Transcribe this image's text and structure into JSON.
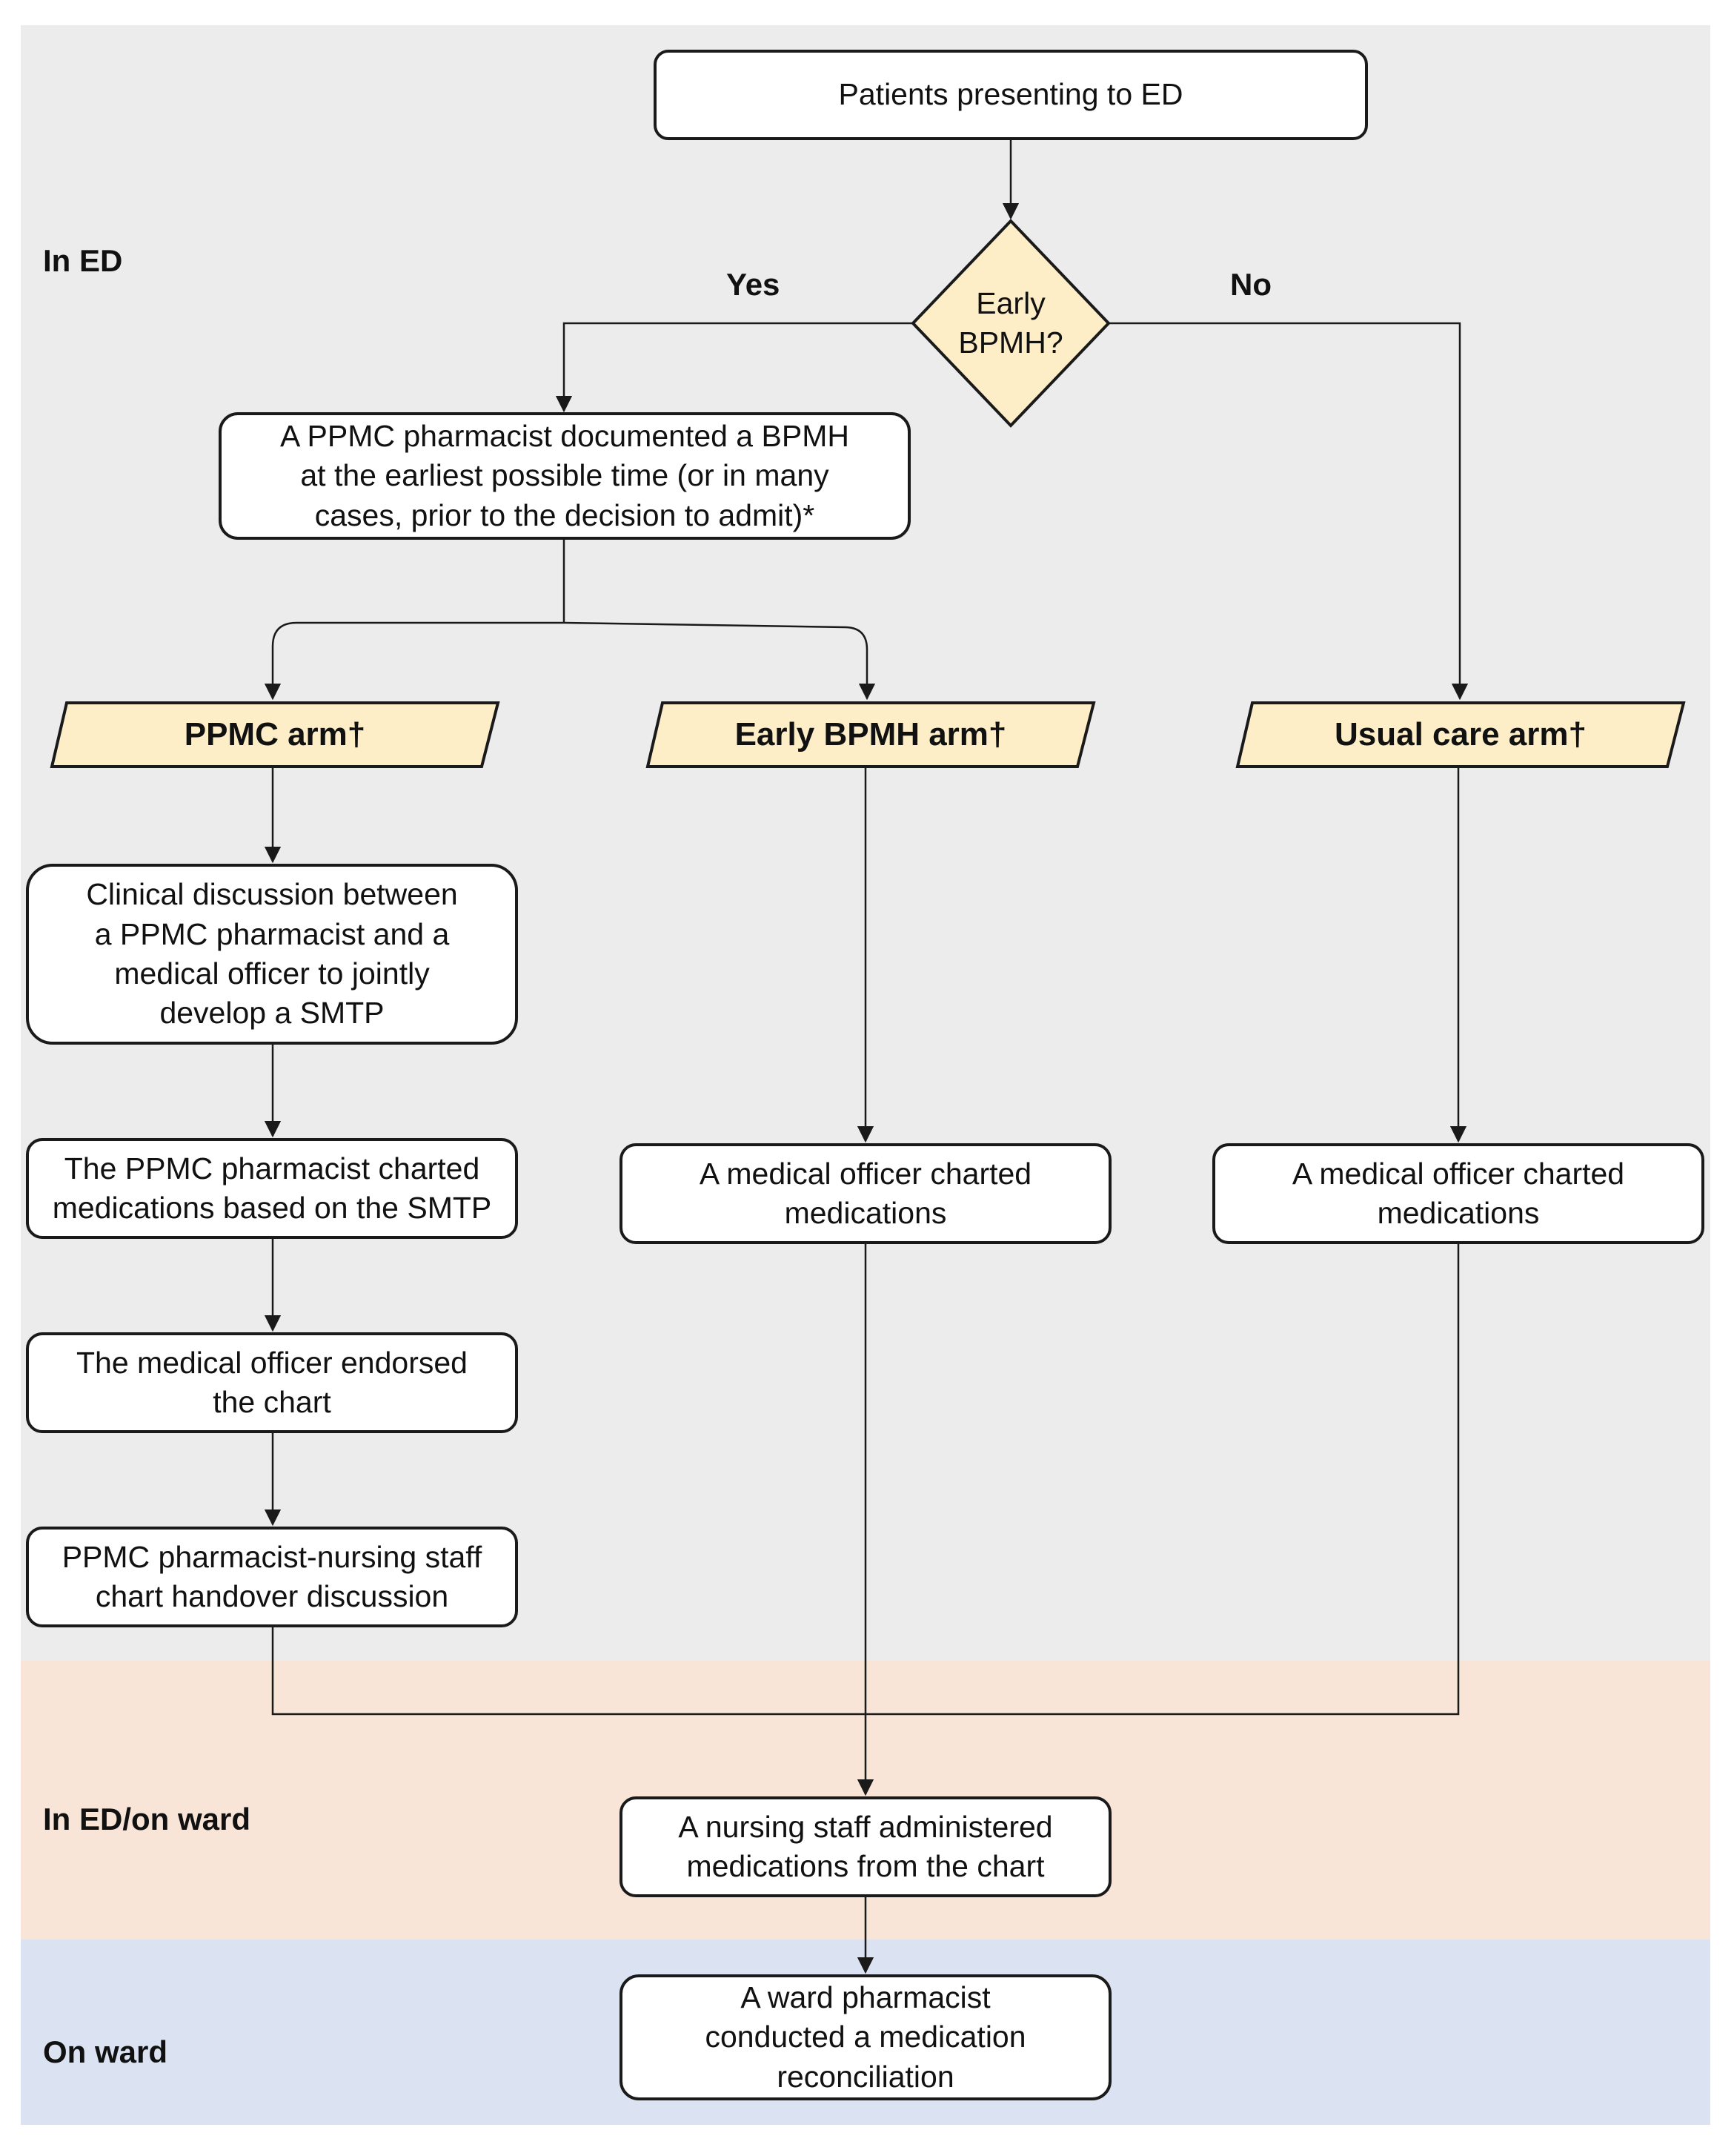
{
  "colors": {
    "zone_ed": "#ececec",
    "zone_ed_ward": "#f9e4d8",
    "zone_ward": "#dbe2f2",
    "node_fill": "#ffffff",
    "highlight_fill": "#fdeec7",
    "stroke": "#1a1a1a"
  },
  "zones": {
    "in_ed": "In ED",
    "in_ed_ward": "In ED/on ward",
    "on_ward": "On ward"
  },
  "branches": {
    "yes": "Yes",
    "no": "No"
  },
  "nodes": {
    "start": "Patients presenting to ED",
    "decision": "Early\nBPMH?",
    "bpmh_doc": "A PPMC pharmacist documented a BPMH\nat the earliest possible time (or in many\ncases, prior to the decision to admit)*",
    "arm_ppmc": "PPMC arm†",
    "arm_early": "Early BPMH arm†",
    "arm_usual": "Usual care arm†",
    "clinical_discussion": "Clinical discussion between\na PPMC pharmacist and a\nmedical officer to jointly\ndevelop a SMTP",
    "ppmc_charted": "The PPMC pharmacist charted\nmedications based on the SMTP",
    "endorsed": "The medical officer endorsed\nthe chart",
    "handover": "PPMC pharmacist-nursing staff\nchart handover discussion",
    "mo_charted_early": "A medical officer charted\nmedications",
    "mo_charted_usual": "A medical officer charted\nmedications",
    "nursing_admin": "A nursing staff administered\nmedications from the chart",
    "ward_pharmacist": "A ward pharmacist\nconducted a medication\nreconciliation"
  }
}
